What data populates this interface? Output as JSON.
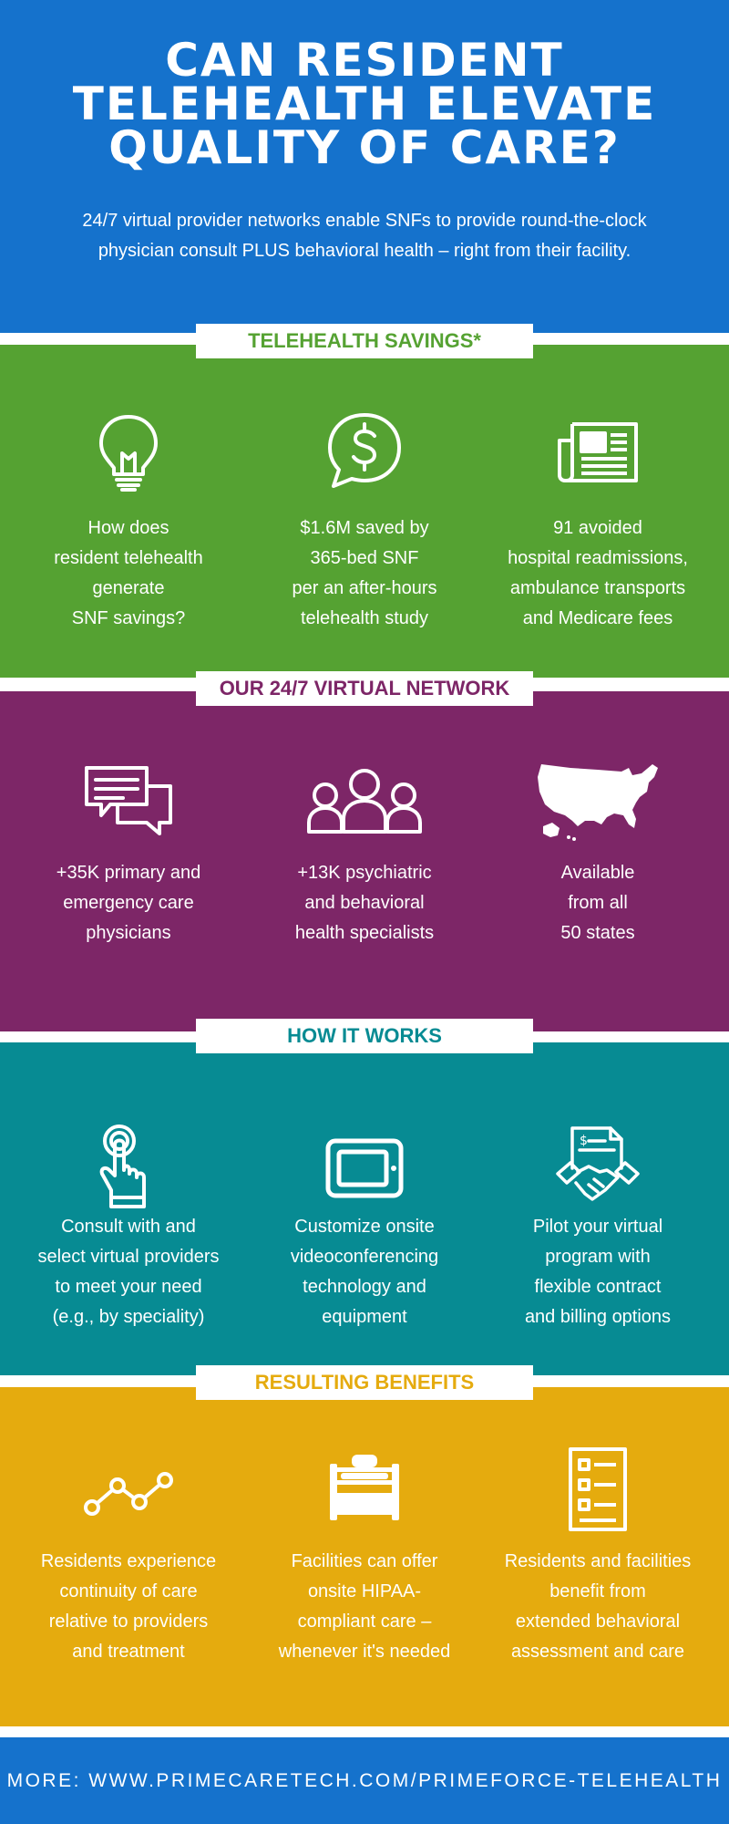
{
  "hero": {
    "title_lines": [
      "CAN RESIDENT",
      "TELEHEALTH ELEVATE",
      "QUALITY OF CARE?"
    ],
    "subtitle_lines": [
      "24/7 virtual provider networks enable SNFs to provide round-the-clock",
      "physician consult PLUS behavioral health – right from their facility."
    ]
  },
  "sections": [
    {
      "label": "TELEHEALTH SAVINGS*",
      "color": "#55a232",
      "items": [
        {
          "icon": "lightbulb-icon",
          "lines": [
            "How does",
            "resident telehealth",
            "generate",
            "SNF savings?"
          ]
        },
        {
          "icon": "dollar-chat-icon",
          "lines": [
            "$1.6M saved by",
            "365-bed SNF",
            "per an after-hours",
            "telehealth study"
          ]
        },
        {
          "icon": "newspaper-icon",
          "lines": [
            "91 avoided",
            "hospital readmissions,",
            "ambulance transports",
            "and Medicare fees"
          ]
        }
      ]
    },
    {
      "label": "OUR 24/7 VIRTUAL NETWORK",
      "color": "#7d2667",
      "items": [
        {
          "icon": "chat-bubbles-icon",
          "lines": [
            "+35K primary and",
            "emergency care",
            "physicians"
          ]
        },
        {
          "icon": "people-group-icon",
          "lines": [
            "+13K psychiatric",
            "and behavioral",
            "health specialists"
          ]
        },
        {
          "icon": "usa-map-icon",
          "lines": [
            "Available",
            "from all",
            "50 states"
          ]
        }
      ]
    },
    {
      "label": "HOW IT WORKS",
      "color": "#078b93",
      "items": [
        {
          "icon": "touch-hand-icon",
          "lines": [
            "Consult with and",
            "select virtual providers",
            "to meet your need",
            "(e.g., by speciality)"
          ]
        },
        {
          "icon": "tablet-icon",
          "lines": [
            "Customize onsite",
            "videoconferencing",
            "technology and",
            "equipment"
          ]
        },
        {
          "icon": "contract-handshake-icon",
          "lines": [
            "Pilot your virtual",
            "program with",
            "flexible contract",
            "and billing options"
          ]
        }
      ]
    },
    {
      "label": "RESULTING BENEFITS",
      "color": "#e5ab0e",
      "items": [
        {
          "icon": "line-graph-icon",
          "lines": [
            "Residents experience",
            "continuity of care",
            "relative to providers",
            "and treatment"
          ]
        },
        {
          "icon": "bed-icon",
          "lines": [
            "Facilities can offer",
            "onsite HIPAA-",
            "compliant care –",
            "whenever it's needed"
          ]
        },
        {
          "icon": "checklist-icon",
          "lines": [
            "Residents and facilities",
            "benefit from",
            "extended behavioral",
            "assessment and care"
          ]
        }
      ]
    }
  ],
  "footer": {
    "text": "MORE: WWW.PRIMECARETECH.COM/PRIMEFORCE-TELEHEALTH"
  }
}
